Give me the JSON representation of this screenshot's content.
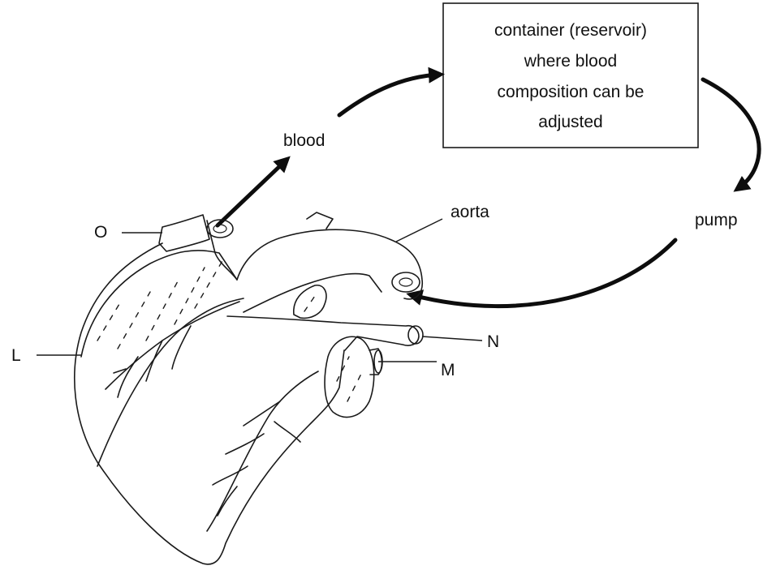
{
  "reservoir_box": {
    "line1": "container (reservoir)",
    "line2": "where blood",
    "line3": "composition can be",
    "line4": "adjusted"
  },
  "labels": {
    "blood": "blood",
    "pump": "pump",
    "aorta": "aorta",
    "O": "O",
    "L": "L",
    "N": "N",
    "M": "M"
  }
}
